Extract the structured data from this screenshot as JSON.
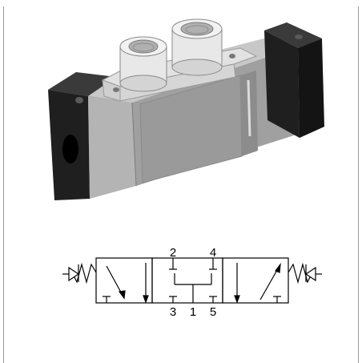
{
  "ports": {
    "top_left": "2",
    "top_right": "4",
    "bottom_left": "3",
    "bottom_center": "1",
    "bottom_right": "5"
  },
  "colors": {
    "end_cap": "#1e1e1e",
    "body_front": "#a2a2a2",
    "body_top": "#c4c4c4",
    "fitting": "#dcdcdc",
    "symbol_line": "#000000",
    "frame": "#9a9a9a"
  }
}
